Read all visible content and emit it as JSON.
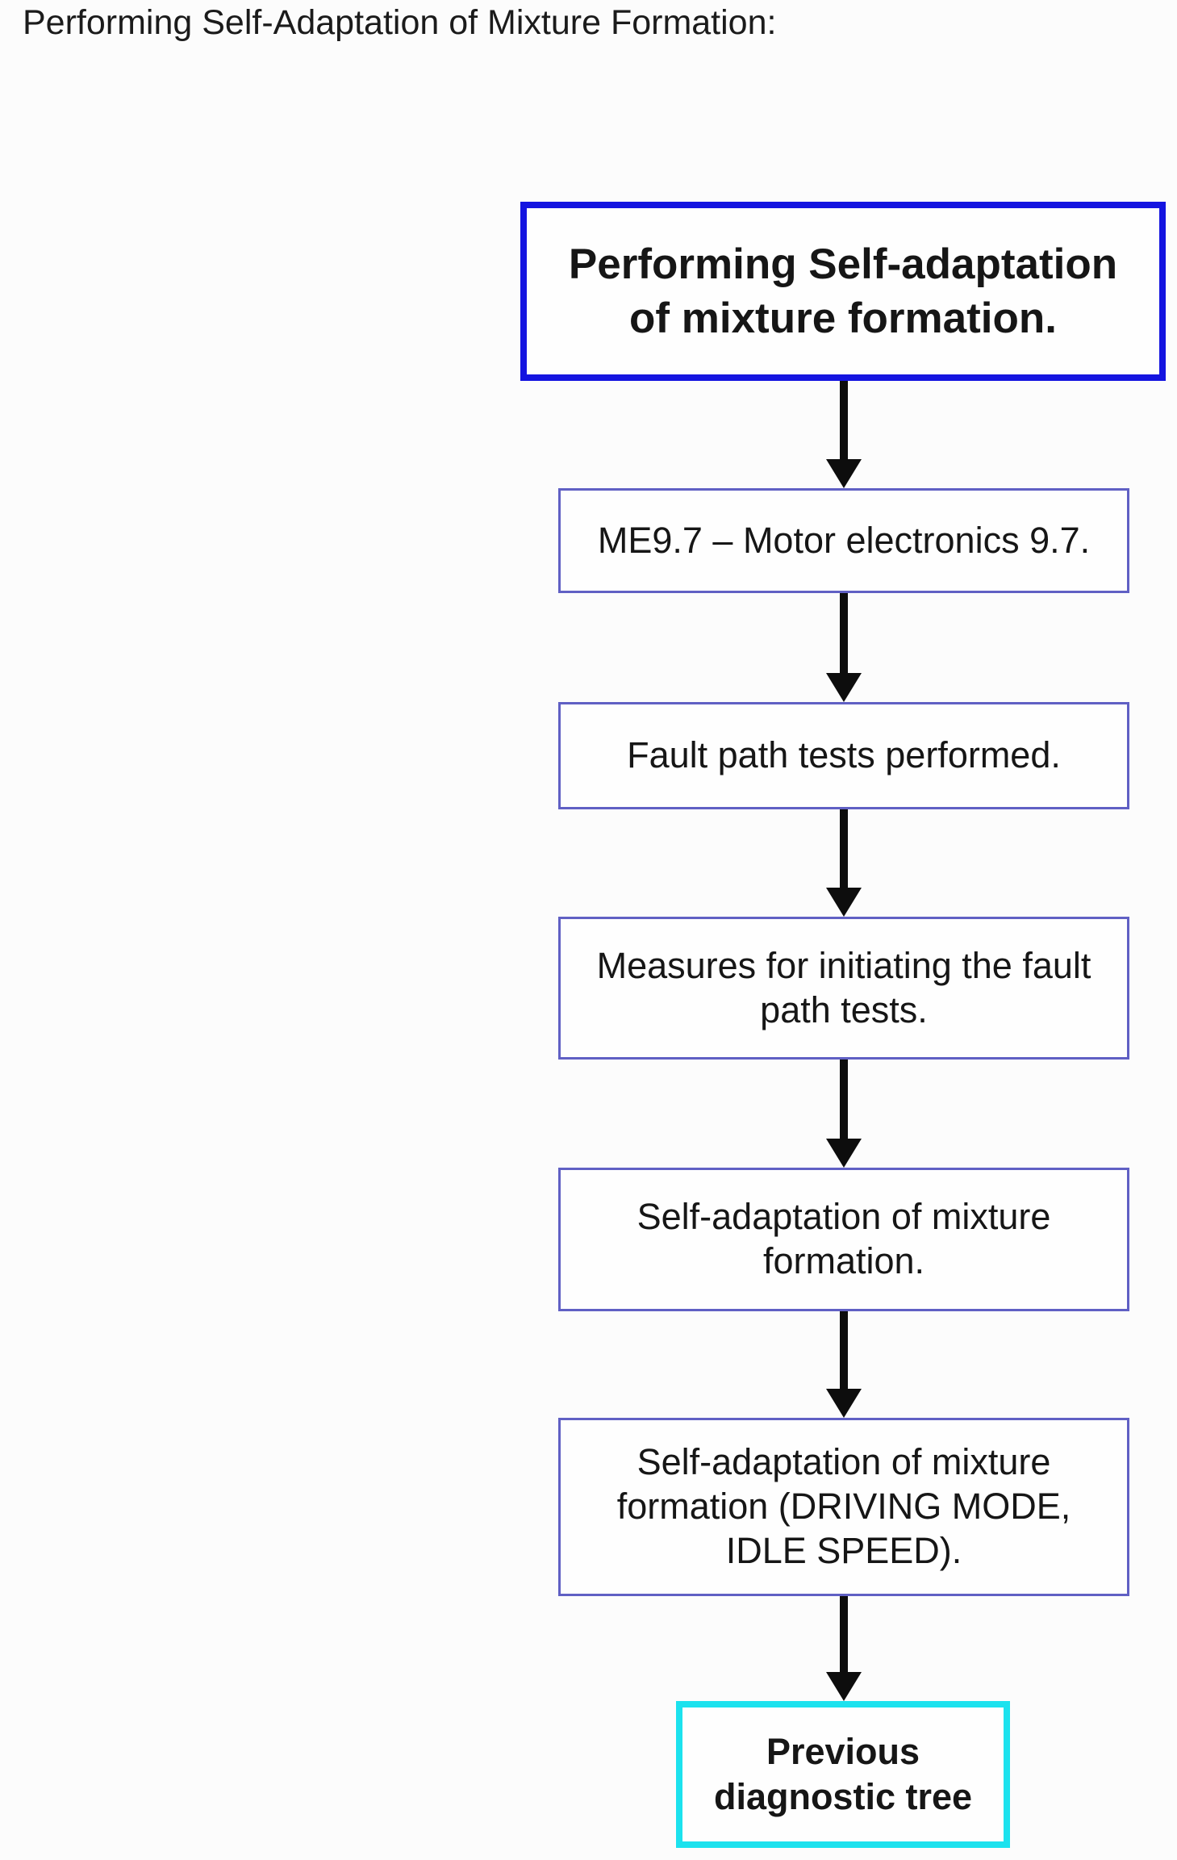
{
  "page": {
    "title": "Performing Self-Adaptation of Mixture Formation:",
    "background": "#fcfcfc"
  },
  "flowchart": {
    "colors": {
      "primary_border": "#1414e0",
      "node_border": "#6060c4",
      "terminal_border": "#1ce2ee",
      "arrow": "#0d0d0d",
      "text": "#161616"
    },
    "nodes": [
      {
        "id": "start",
        "text": "Performing Self-adaptation\nof mixture formation."
      },
      {
        "id": "control-unit",
        "text": "ME9.7 – Motor electronics 9.7."
      },
      {
        "id": "fault-path-tests",
        "text": "Fault path tests performed."
      },
      {
        "id": "measures",
        "text": "Measures for initiating the fault\npath tests."
      },
      {
        "id": "self-adaptation",
        "text": "Self-adaptation of mixture\nformation."
      },
      {
        "id": "self-adaptation-modes",
        "text": "Self-adaptation of mixture\nformation (DRIVING MODE,\nIDLE SPEED)."
      },
      {
        "id": "previous-tree",
        "text": "Previous\ndiagnostic tree"
      }
    ]
  }
}
